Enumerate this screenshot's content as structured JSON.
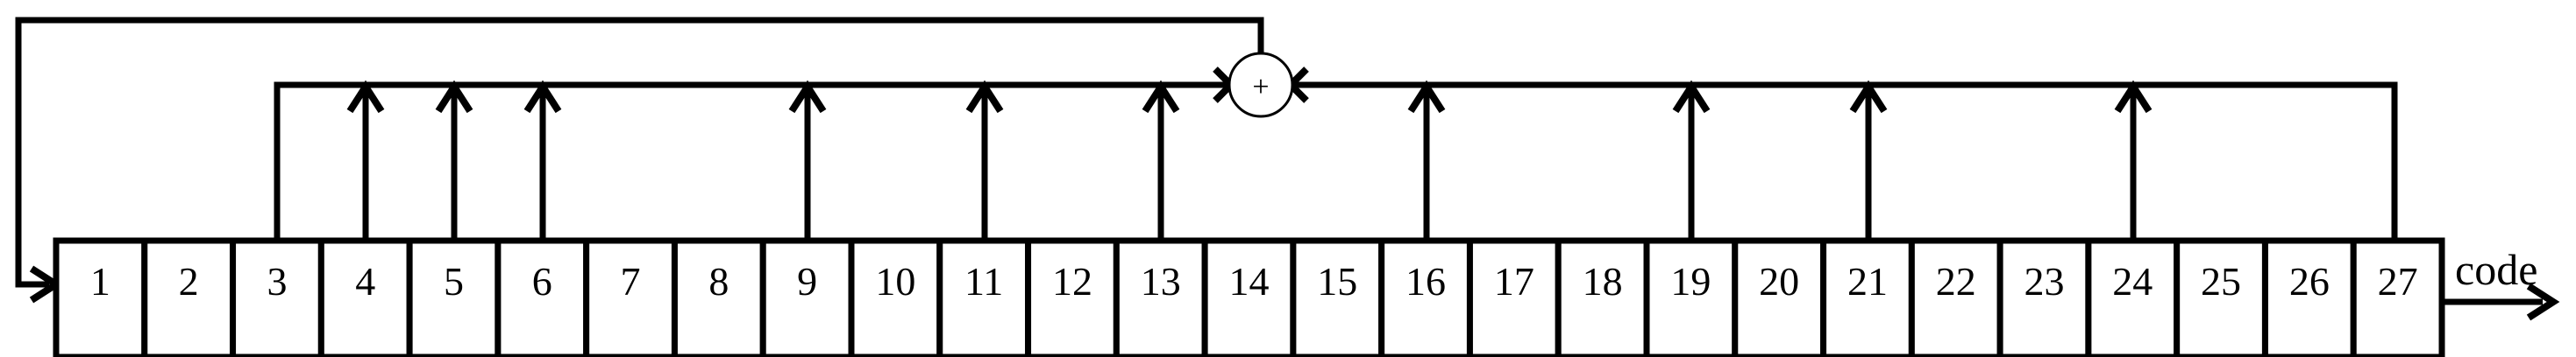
{
  "diagram": {
    "title": "Linear feedback shift register",
    "type": "lfsr-block-diagram",
    "stroke_color": "#000000",
    "background_color": "#ffffff",
    "register": {
      "name": "shift-register",
      "cell_count": 27,
      "cells": [
        {
          "index": 1,
          "label": "1"
        },
        {
          "index": 2,
          "label": "2"
        },
        {
          "index": 3,
          "label": "3"
        },
        {
          "index": 4,
          "label": "4"
        },
        {
          "index": 5,
          "label": "5"
        },
        {
          "index": 6,
          "label": "6"
        },
        {
          "index": 7,
          "label": "7"
        },
        {
          "index": 8,
          "label": "8"
        },
        {
          "index": 9,
          "label": "9"
        },
        {
          "index": 10,
          "label": "10"
        },
        {
          "index": 11,
          "label": "11"
        },
        {
          "index": 12,
          "label": "12"
        },
        {
          "index": 13,
          "label": "13"
        },
        {
          "index": 14,
          "label": "14"
        },
        {
          "index": 15,
          "label": "15"
        },
        {
          "index": 16,
          "label": "16"
        },
        {
          "index": 17,
          "label": "17"
        },
        {
          "index": 18,
          "label": "18"
        },
        {
          "index": 19,
          "label": "19"
        },
        {
          "index": 20,
          "label": "20"
        },
        {
          "index": 21,
          "label": "21"
        },
        {
          "index": 22,
          "label": "22"
        },
        {
          "index": 23,
          "label": "23"
        },
        {
          "index": 24,
          "label": "24"
        },
        {
          "index": 25,
          "label": "25"
        },
        {
          "index": 26,
          "label": "26"
        },
        {
          "index": 27,
          "label": "27"
        }
      ]
    },
    "adder": {
      "name": "xor-adder",
      "label": "+",
      "operation": "modulo-2 sum"
    },
    "output": {
      "name": "code-output",
      "label": "code"
    },
    "taps": {
      "description": "register stages feeding the modulo-2 adder bus",
      "stages": [
        3,
        4,
        5,
        6,
        9,
        11,
        13,
        16,
        19,
        21,
        24,
        27
      ],
      "left_bus_stages": [
        3,
        4,
        5,
        6,
        9,
        11,
        13
      ],
      "right_bus_stages": [
        16,
        19,
        21,
        24,
        27
      ],
      "corner_stages": [
        3,
        27
      ],
      "arrow_stages": [
        4,
        5,
        6,
        9,
        11,
        13,
        16,
        19,
        21,
        24
      ]
    },
    "feedback": {
      "name": "feedback-path",
      "from": "xor-adder",
      "to": "stage-1-input"
    }
  }
}
